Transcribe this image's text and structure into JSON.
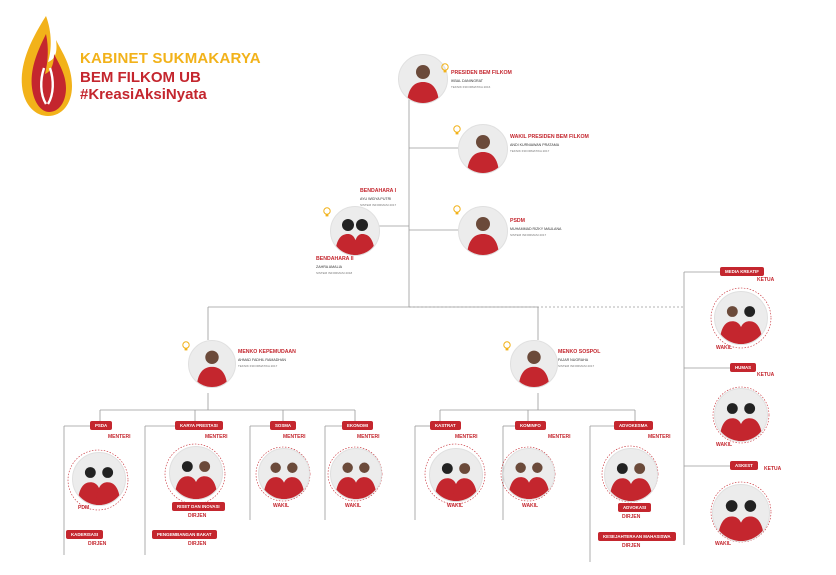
{
  "header": {
    "title": "KABINET SUKMAKARYA",
    "org": "BEM FILKOM UB",
    "hashtag": "#KreasiAksiNyata"
  },
  "colors": {
    "red": "#c4262e",
    "gold": "#f2b21a",
    "line": "#9a9a9a"
  },
  "nodes": {
    "presiden": {
      "role": "PRESIDEN BEM FILKOM",
      "name": "IKBAL DANINGRAT",
      "sub": "TEKNIK INFORMATIKA 2016"
    },
    "wapres": {
      "role": "WAKIL PRESIDEN BEM FILKOM",
      "name": "ANDI KURNIAWAN PRATAMA",
      "sub": "TEKNIK INFORMATIKA 2017"
    },
    "psdm": {
      "role": "PSDM",
      "name": "MUHAMMAD RIZKY MAULANA",
      "sub": "SISTEM INFORMASI 2017"
    },
    "bendahara1": {
      "role": "BENDAHARA I",
      "name": "AYU WIDYA PUTRI",
      "sub": "SISTEM INFORMASI 2017"
    },
    "bendahara2": {
      "role": "BENDAHARA II",
      "name": "ZAHRA AMALIA",
      "sub": "SISTEM INFORMASI 2018"
    },
    "menko_kep": {
      "role": "MENKO KEPEMUDAAN",
      "name": "AHMAD FADHIL RAMADHAN",
      "sub": "TEKNIK INFORMATIKA 2017"
    },
    "menko_sos": {
      "role": "MENKO SOSPOL",
      "name": "FAJAR NUGRAHA",
      "sub": "SISTEM INFORMASI 2017"
    }
  },
  "departments": [
    {
      "tag": "PSDA",
      "menteri": "MENTERI",
      "wakil": "PDM",
      "extra_tag": "KADERISASI",
      "dirjen": "DIRJEN"
    },
    {
      "tag": "KARYA PRESTASI",
      "menteri": "MENTERI",
      "wakil": "RISET DAN INOVASI",
      "extra_tag": "PENGEMBANGAN BAKAT",
      "dirjen": "DIRJEN"
    },
    {
      "tag": "SOSMA",
      "menteri": "MENTERI",
      "wakil": "WAKIL"
    },
    {
      "tag": "EKONOMI",
      "menteri": "MENTERI",
      "wakil": "WAKIL"
    },
    {
      "tag": "KASTRAT",
      "menteri": "MENTERI",
      "wakil": "WAKIL"
    },
    {
      "tag": "KOMINFO",
      "menteri": "MENTERI",
      "wakil": "WAKIL"
    },
    {
      "tag": "ADVOKESMA",
      "menteri": "MENTERI",
      "wakil": "ADVOKASI",
      "extra_tag": "KESEJAHTERAAN MAHASISWA",
      "dirjen": "DIRJEN"
    }
  ],
  "side": [
    {
      "tag": "MEDIA KREATIF",
      "ketua": "KETUA",
      "wakil": "WAKIL"
    },
    {
      "tag": "HUMAS",
      "ketua": "KETUA",
      "wakil": "WAKIL"
    },
    {
      "tag": "ASKEST",
      "ketua": "KETUA",
      "wakil": "WAKIL"
    }
  ]
}
